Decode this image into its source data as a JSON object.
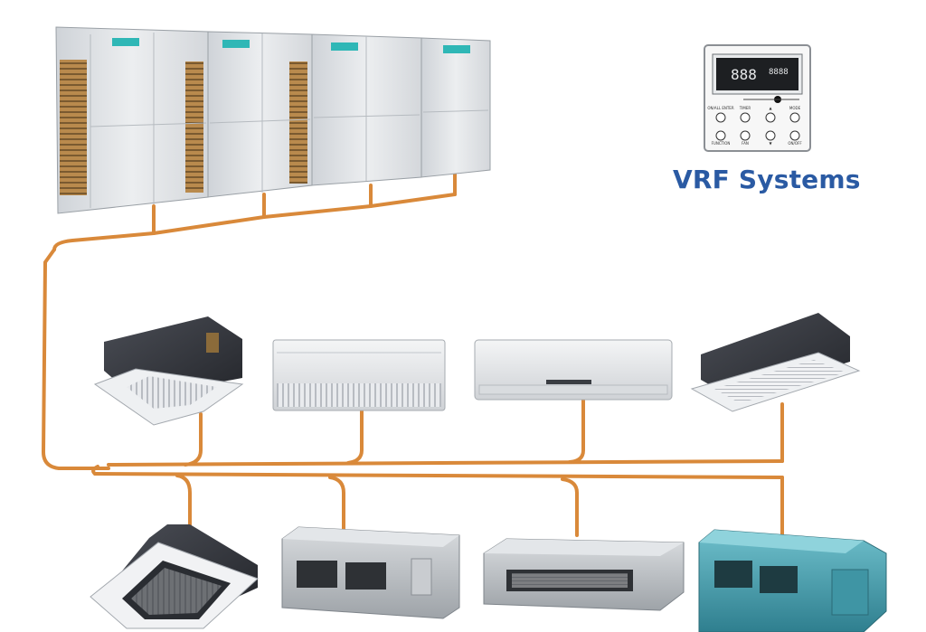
{
  "title": "VRF Systems",
  "controller": {
    "display_digits": "888",
    "display_small": "8888",
    "buttons": [
      "ON/ALL ENTER",
      "TIMER",
      "▲",
      "MODE",
      "FUNCTION",
      "FAN",
      "▼",
      "ON/OFF"
    ]
  },
  "colors": {
    "pipe": "#d9893a",
    "title": "#2a5aa3",
    "outdoor_unit": "#dfe2e6",
    "grille": "#b98a4d",
    "duct_teal": "#4fa3b3"
  },
  "components": {
    "outdoor_units": [
      "outdoor-unit-1",
      "outdoor-unit-2",
      "outdoor-unit-3",
      "outdoor-unit-4"
    ],
    "indoor_top_row": [
      "ceiling-cassette-dark",
      "ceiling-floor-unit",
      "wall-mounted-split",
      "one-way-cassette"
    ],
    "indoor_bottom_row": [
      "four-way-cassette",
      "ducted-unit-medium",
      "slim-duct-unit",
      "high-static-duct-teal"
    ]
  }
}
